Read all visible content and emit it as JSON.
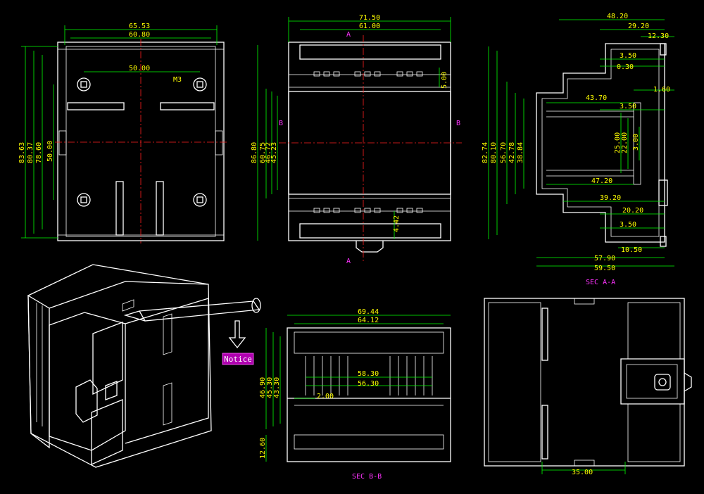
{
  "views": {
    "front": {
      "dims_h": [
        "65.53",
        "60.80",
        "50.00"
      ],
      "dims_v": [
        "83.63",
        "80.37",
        "78.60",
        "50.00"
      ],
      "hole_label": "M3"
    },
    "top": {
      "dims_h": [
        "71.50",
        "61.00"
      ],
      "dims_v": [
        "86.80",
        "60.75",
        "46.72",
        "45.23"
      ],
      "dim_small_right": "5.00",
      "dim_bottom": "4.42",
      "cut_a": "A",
      "cut_b": "B"
    },
    "side": {
      "dims_h": [
        "48.20",
        "29.20",
        "12.30",
        "3.50",
        "0.30",
        "1.60",
        "43.70",
        "3.50",
        "47.20",
        "39.20",
        "20.20",
        "3.50",
        "10.50",
        "57.90",
        "59.50"
      ],
      "dims_v": [
        "82.74",
        "80.10",
        "56.70",
        "42.78",
        "38.84",
        "25.00",
        "22.00",
        "3.00"
      ],
      "caption": "SEC A-A"
    },
    "iso": {
      "notice": "Notice"
    },
    "section_b": {
      "dims_h": [
        "69.44",
        "64.12",
        "58.30",
        "56.30",
        "2.00"
      ],
      "dims_v": [
        "46.90",
        "45.30",
        "43.30",
        "12.60"
      ],
      "caption": "SEC B-B"
    },
    "bottom": {
      "dim": "35.00"
    }
  },
  "colors": {
    "outline": "#ffffff",
    "dimension": "#00ff00",
    "dimension_text": "#ffff00",
    "centerline": "#ff2020",
    "label": "#ff33ff"
  }
}
